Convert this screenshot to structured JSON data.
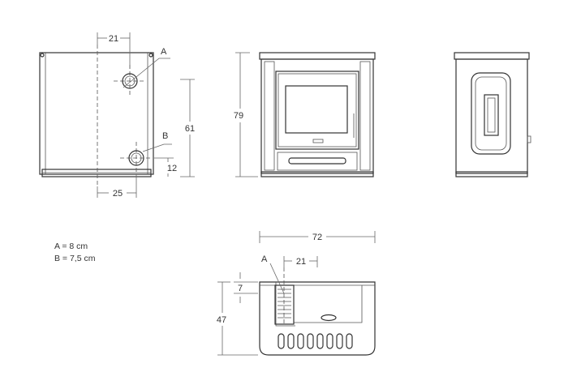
{
  "dimensions": {
    "rear_view": {
      "a_offset": "21",
      "b_offset": "25",
      "b_height": "61",
      "base_height": "12",
      "label_a": "A",
      "label_b": "B"
    },
    "front_view": {
      "height": "79"
    },
    "top_view": {
      "width": "72",
      "depth": "47",
      "a_offset": "21",
      "edge_offset": "7",
      "label_a": "A"
    }
  },
  "notes": {
    "a_diameter": "A = 8 cm",
    "b_diameter": "B = 7,5 cm"
  }
}
